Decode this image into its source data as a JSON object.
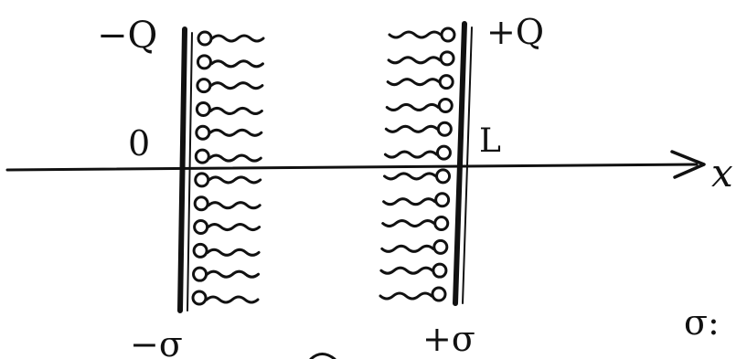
{
  "labels": {
    "left_plate_charge": "−Q",
    "right_plate_charge": "+Q",
    "origin": "0",
    "right_plate_position": "L",
    "axis": "x",
    "left_surface_density": "−σ",
    "right_surface_density": "+σ",
    "sigma_note": "σ:"
  },
  "colors": {
    "ink": "#111111",
    "background": "#ffffff"
  }
}
